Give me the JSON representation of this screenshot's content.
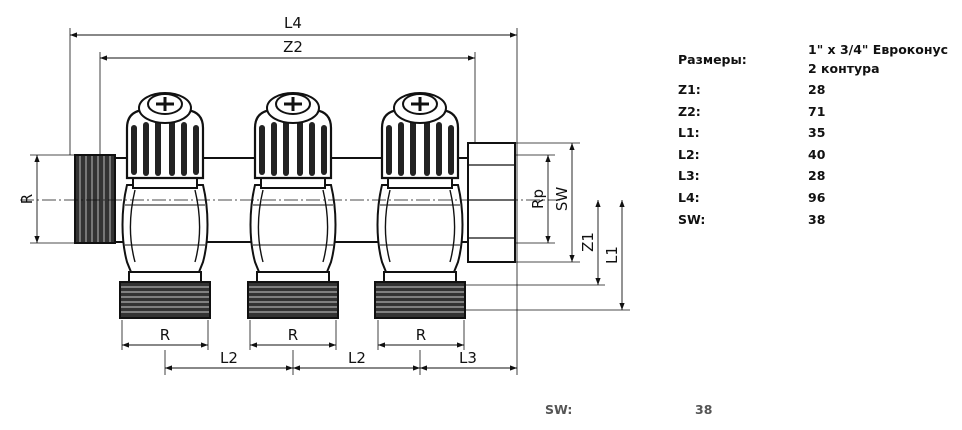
{
  "drawing": {
    "labels": {
      "L4": "L4",
      "Z2": "Z2",
      "R_left": "R",
      "Rp": "Rp",
      "SW": "SW",
      "Z1": "Z1",
      "L1": "L1",
      "R1": "R",
      "R2": "R",
      "R3": "R",
      "L2a": "L2",
      "L2b": "L2",
      "L3": "L3"
    }
  },
  "specs": {
    "header": {
      "label": "Размеры:",
      "value_line1": "1\" x 3/4\" Евроконус",
      "value_line2": "2 контура"
    },
    "rows": [
      {
        "label": "Z1:",
        "value": "28"
      },
      {
        "label": "Z2:",
        "value": "71"
      },
      {
        "label": "L1:",
        "value": "35"
      },
      {
        "label": "L2:",
        "value": "40"
      },
      {
        "label": "L3:",
        "value": "28"
      },
      {
        "label": "L4:",
        "value": "96"
      },
      {
        "label": "SW:",
        "value": "38"
      }
    ]
  },
  "footer": {
    "label": "SW:",
    "value": "38"
  }
}
